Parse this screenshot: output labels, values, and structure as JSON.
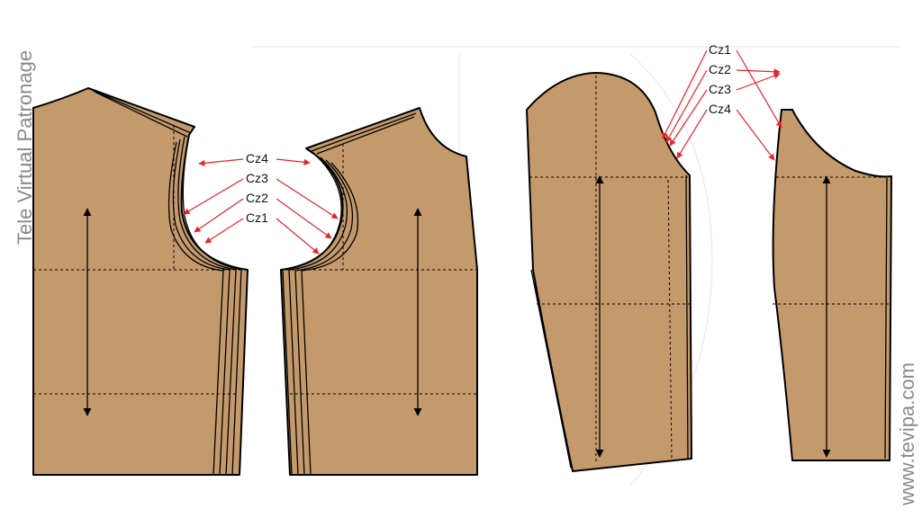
{
  "watermark_left": "Tele Virtual Patronage",
  "watermark_right": "www.tevipa.com",
  "bodice_labels": [
    "Cz4",
    "Cz3",
    "Cz2",
    "Cz1"
  ],
  "sleeve_labels": [
    "Cz1",
    "Cz2",
    "Cz3",
    "Cz4"
  ],
  "colors": {
    "fabric": "#c49a6c",
    "outline": "#000000",
    "leader": "#e8232a",
    "watermark": "#8a8a8a"
  }
}
